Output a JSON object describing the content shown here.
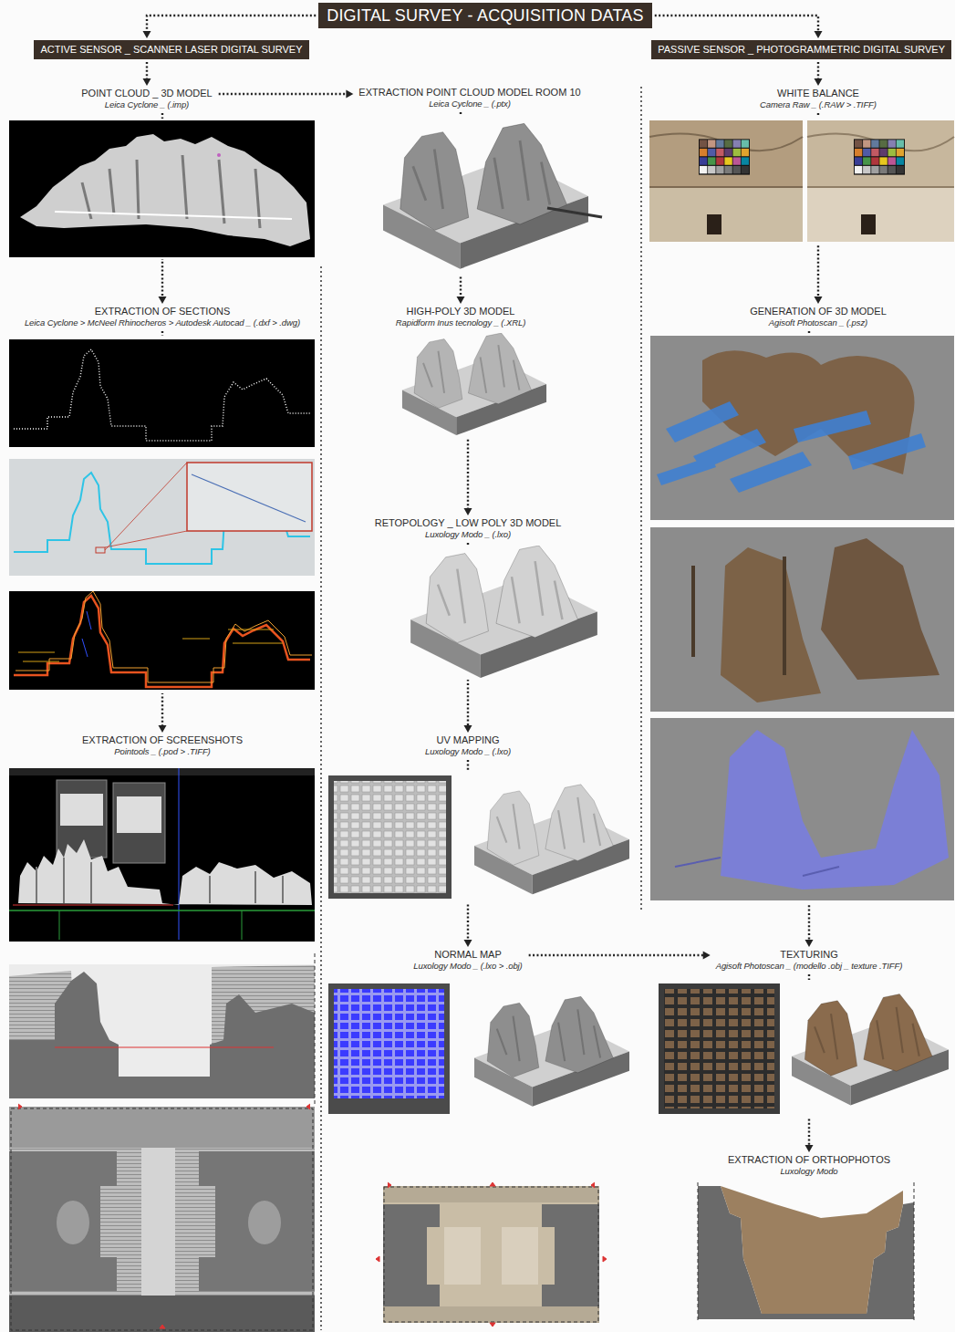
{
  "diagram": {
    "nodes": [
      {
        "text": [
          "DIGITAL SURVEY - ACQUISITION DATAS"
        ]
      },
      {
        "text": [
          "ACTIVE SENSOR _ SCANNER LASER DIGITAL SURVEY"
        ]
      },
      {
        "text": [
          "PASSIVE SENSOR _ PHOTOGRAMMETRIC DIGITAL SURVEY"
        ]
      },
      {
        "text": [
          "POINT CLOUD _ 3D MODEL",
          "Leica Cyclone _ (.imp)"
        ]
      },
      {
        "text": [
          "EXTRACTION OF SECTIONS",
          "Leica Cyclone > McNeel Rhinocheros > Autodesk Autocad _ (.dxf > .dwg)"
        ]
      },
      {
        "text": [
          "EXTRACTION OF SCREENSHOTS",
          "Pointools _ (.pod > .TIFF)"
        ]
      },
      {
        "text": [
          "EXTRACTION POINT CLOUD MODEL ROOM 10",
          "Leica Cyclone _ (.ptx)"
        ]
      },
      {
        "text": [
          "HIGH-POLY 3D MODEL",
          "Rapidform Inus tecnology _ (.XRL)"
        ]
      },
      {
        "text": [
          "RETOPOLOGY _ LOW POLY 3D MODEL",
          "Luxology Modo _ (.lxo)"
        ]
      },
      {
        "text": [
          "UV MAPPING",
          "Luxology Modo _ (.lxo)"
        ]
      },
      {
        "text": [
          "NORMAL MAP",
          "Luxology Modo _ (.lxo > .obj)"
        ]
      },
      {
        "text": [
          "WHITE BALANCE",
          "Camera Raw _ (.RAW > .TIFF)"
        ]
      },
      {
        "text": [
          "GENERATION OF 3D MODEL",
          "Agisoft Photoscan _ (.psz)"
        ]
      },
      {
        "text": [
          "TEXTURING",
          "Agisoft Photoscan _ (modello .obj _ texture .TIFF)"
        ]
      },
      {
        "text": [
          "EXTRACTION OF ORTHOPHOTOS",
          "Luxology Modo"
        ]
      }
    ],
    "edges": [
      {
        "from": 0,
        "to": 1,
        "arrow": "to"
      },
      {
        "from": 0,
        "to": 2,
        "arrow": "to"
      },
      {
        "from": 1,
        "to": 3,
        "arrow": "to"
      },
      {
        "from": 3,
        "to": 4,
        "arrow": "to"
      },
      {
        "from": 4,
        "to": 5,
        "arrow": "to"
      },
      {
        "from": 3,
        "to": 6,
        "arrow": "to"
      },
      {
        "from": 6,
        "to": 7,
        "arrow": "to"
      },
      {
        "from": 7,
        "to": 8,
        "arrow": "to"
      },
      {
        "from": 8,
        "to": 9,
        "arrow": "to"
      },
      {
        "from": 9,
        "to": 10,
        "arrow": "to"
      },
      {
        "from": 10,
        "to": 13,
        "arrow": "to"
      },
      {
        "from": 2,
        "to": 11,
        "arrow": "to"
      },
      {
        "from": 11,
        "to": 12,
        "arrow": "to"
      },
      {
        "from": 12,
        "to": 13,
        "arrow": "to"
      },
      {
        "from": 13,
        "to": 14,
        "arrow": "to"
      }
    ]
  }
}
